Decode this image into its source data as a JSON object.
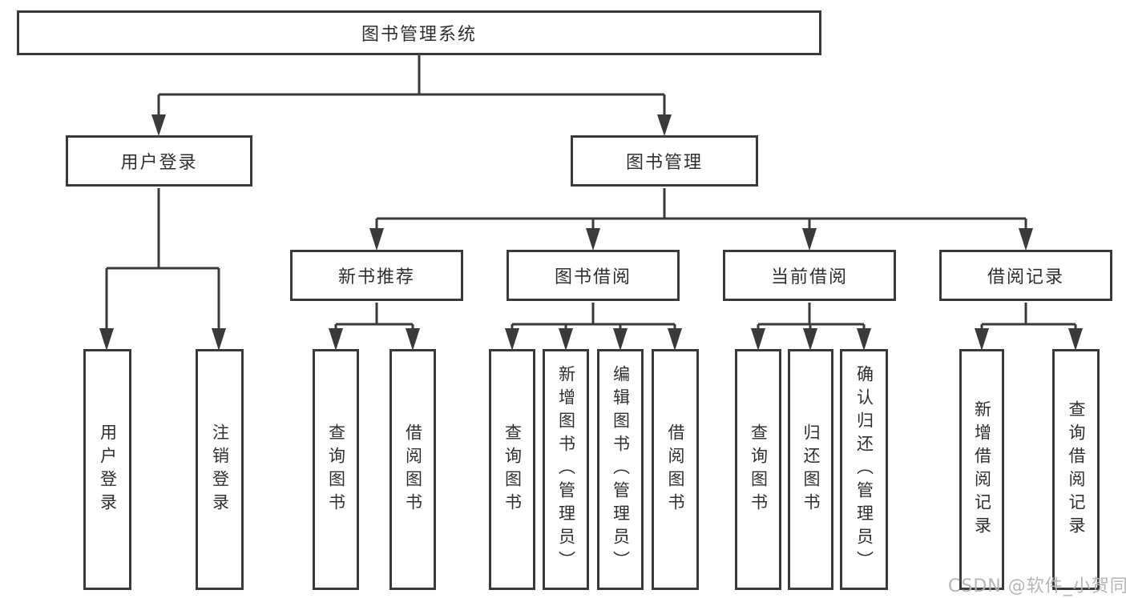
{
  "nodes": {
    "root": {
      "label": "图书管理系统"
    },
    "level2": [
      {
        "label": "用户登录"
      },
      {
        "label": "图书管理"
      }
    ],
    "level3": [
      {
        "label": "新书推荐"
      },
      {
        "label": "图书借阅"
      },
      {
        "label": "当前借阅"
      },
      {
        "label": "借阅记录"
      }
    ],
    "leaves": [
      {
        "label": "用户登录"
      },
      {
        "label": "注销登录"
      },
      {
        "label": "查询图书"
      },
      {
        "label": "借阅图书"
      },
      {
        "label": "查询图书"
      },
      {
        "label": "新增图书（管理员）"
      },
      {
        "label": "编辑图书（管理员）"
      },
      {
        "label": "借阅图书"
      },
      {
        "label": "查询图书"
      },
      {
        "label": "归还图书"
      },
      {
        "label": "确认归还（管理员）"
      },
      {
        "label": "新增借阅记录"
      },
      {
        "label": "查询借阅记录"
      }
    ]
  },
  "watermark": "CSDN @软件_小贺同学",
  "colors": {
    "line": "#3a3a3a",
    "box_border": "#3a3a3a",
    "text": "#2f2f2f",
    "watermark": "#b2b2b2",
    "background": "#ffffff"
  }
}
